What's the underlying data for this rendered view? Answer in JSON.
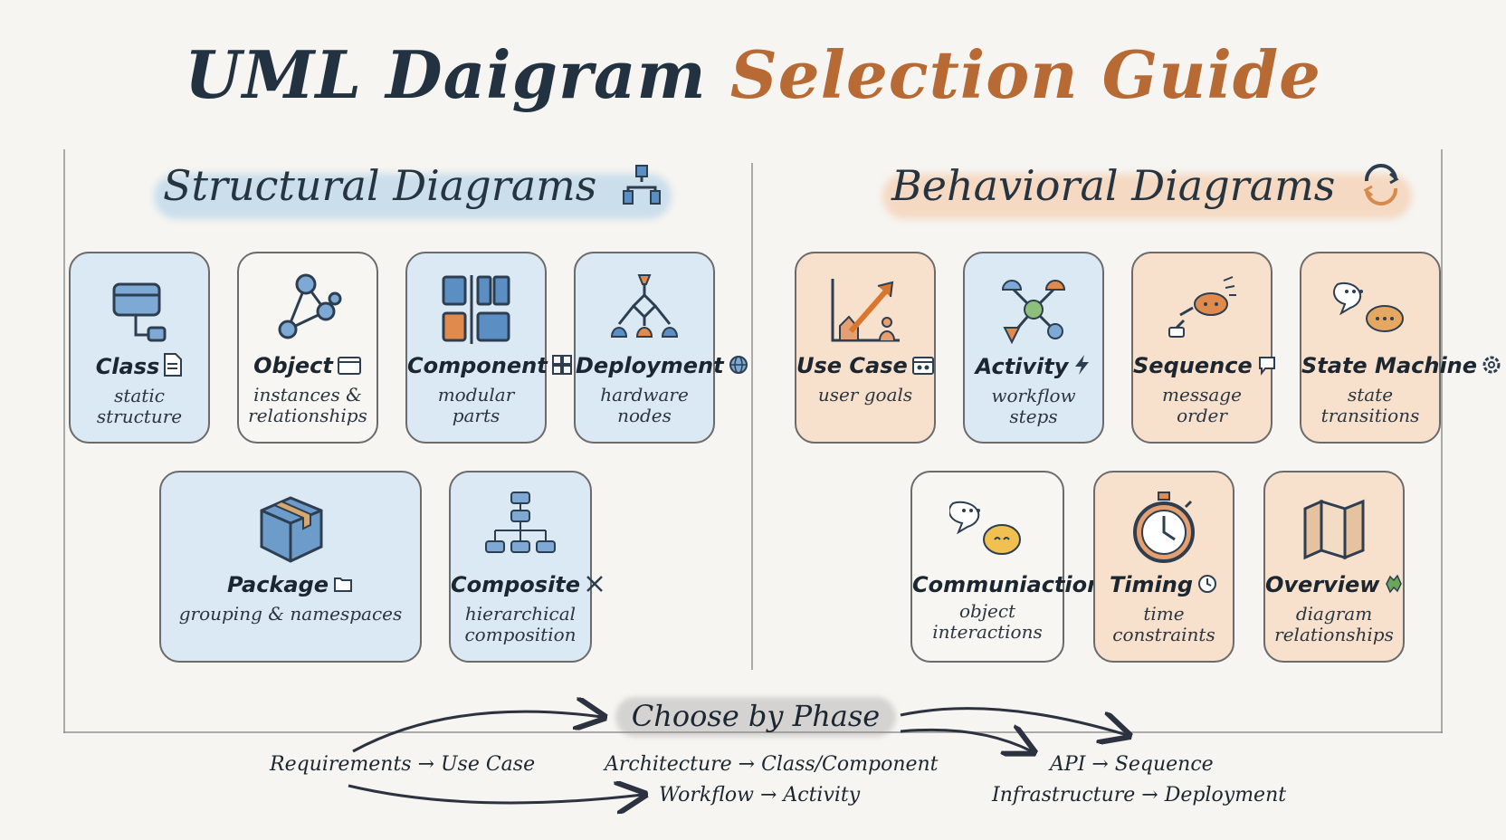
{
  "title": {
    "part1": "UML Daigram",
    "part2": "Selection Guide"
  },
  "structural": {
    "title": "Structural Diagrams",
    "cards": [
      {
        "name": "Class",
        "desc": "static structure"
      },
      {
        "name": "Object",
        "desc": "instances & relationships"
      },
      {
        "name": "Component",
        "desc": "modular parts"
      },
      {
        "name": "Deployment",
        "desc": "hardware nodes"
      },
      {
        "name": "Package",
        "desc": "grouping & namespaces"
      },
      {
        "name": "Composite",
        "desc": "hierarchical composition"
      }
    ]
  },
  "behavioral": {
    "title": "Behavioral Diagrams",
    "cards": [
      {
        "name": "Use Case",
        "desc": "user goals"
      },
      {
        "name": "Activity",
        "desc": "workflow steps"
      },
      {
        "name": "Sequence",
        "desc": "message order"
      },
      {
        "name": "State Machine",
        "desc": "state transitions"
      },
      {
        "name": "Communiaction",
        "desc": "object interactions"
      },
      {
        "name": "Timing",
        "desc": "time constraints"
      },
      {
        "name": "Overview",
        "desc": "diagram relationships"
      }
    ]
  },
  "phase": {
    "title": "Choose by Phase",
    "items": [
      "Requirements → Use Case",
      "Architecture → Class/Component",
      "Workflow → Activity",
      "API → Sequence",
      "Infrastructure → Deployment"
    ]
  },
  "colors": {
    "blue_wash": "#dbe9f4",
    "orange_wash": "#f8e1cc",
    "title_dark": "#233240",
    "title_orange": "#b86a34"
  }
}
